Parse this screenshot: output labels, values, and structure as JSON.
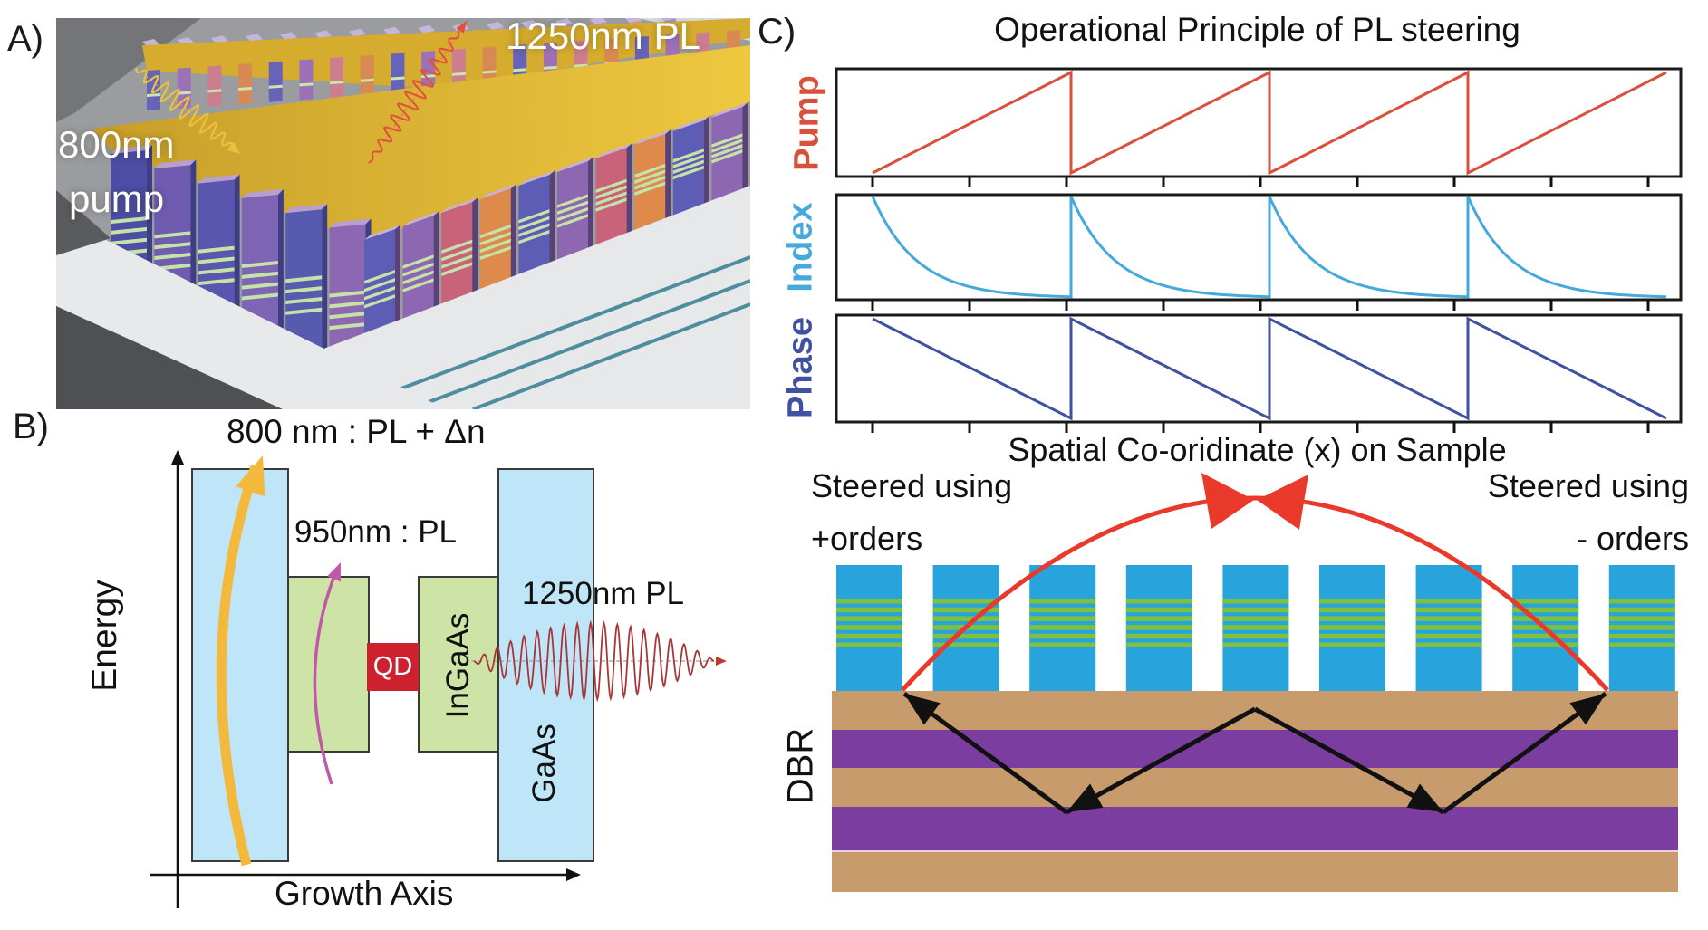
{
  "panels": {
    "a": {
      "label": "A)",
      "pump_label_line1": "800nm",
      "pump_label_line2": "pump",
      "pl_label": "1250nm PL"
    },
    "b": {
      "label": "B)",
      "title": "800 nm : PL + Δn",
      "energy_axis_label": "Energy",
      "growth_axis_label": "Growth Axis",
      "well_pl_label": "950nm : PL",
      "qd_label": "QD",
      "ingaas_label": "InGaAs",
      "gaas_label": "GaAs",
      "pl_label": "1250nm PL"
    },
    "c": {
      "label": "C)",
      "title": "Operational Principle of PL steering",
      "x_axis_label": "Spatial Co-oridinate (x) on Sample",
      "row_labels": [
        "Pump",
        "Index",
        "Phase"
      ],
      "steered_left_line1": "Steered using",
      "steered_left_line2": "+orders",
      "steered_right_line1": "Steered using",
      "steered_right_line2": "- orders",
      "dbr_label": "DBR",
      "grating_pillar_count": 9
    }
  },
  "colors": {
    "pump_trace": "#d9503c",
    "index_trace": "#45a9dc",
    "phase_trace": "#3f51a0",
    "steering_arc_red": "#e8392b",
    "pillar_blue": "#29a3dc",
    "pillar_stripe_green": "#7dc13f",
    "dbr_tan": "#c79b6b",
    "dbr_purple": "#7b3da0",
    "gaas_blue": "#bfe5f8",
    "ingaas_green": "#cde4a6",
    "qd_red": "#ce2130",
    "pump_arrow_yellow": "#f2b93d",
    "pl_wave_red": "#a83538",
    "intrawell_arrow_magenta": "#c05aa8"
  },
  "chart_data": [
    {
      "type": "line",
      "name": "Pump",
      "waveform": "rising-sawtooth",
      "periods": 4,
      "x_range": [
        0,
        4
      ],
      "y_range": [
        0,
        1
      ],
      "color": "#d9503c",
      "x_tick_count": 9,
      "ylabel": "Pump",
      "grid": false,
      "legend": "none"
    },
    {
      "type": "line",
      "name": "Index",
      "waveform": "resetting-exponential-decay",
      "periods": 4,
      "decay_rate": 4.5,
      "x_range": [
        0,
        4
      ],
      "y_range": [
        0,
        1
      ],
      "color": "#45a9dc",
      "x_tick_count": 9,
      "ylabel": "Index",
      "grid": false
    },
    {
      "type": "line",
      "name": "Phase",
      "waveform": "falling-sawtooth",
      "periods": 4,
      "x_range": [
        0,
        4
      ],
      "y_range": [
        0,
        1
      ],
      "color": "#3f51a0",
      "x_tick_count": 9,
      "ylabel": "Phase",
      "grid": false,
      "xlabel": "Spatial Co-oridinate (x) on Sample"
    }
  ]
}
